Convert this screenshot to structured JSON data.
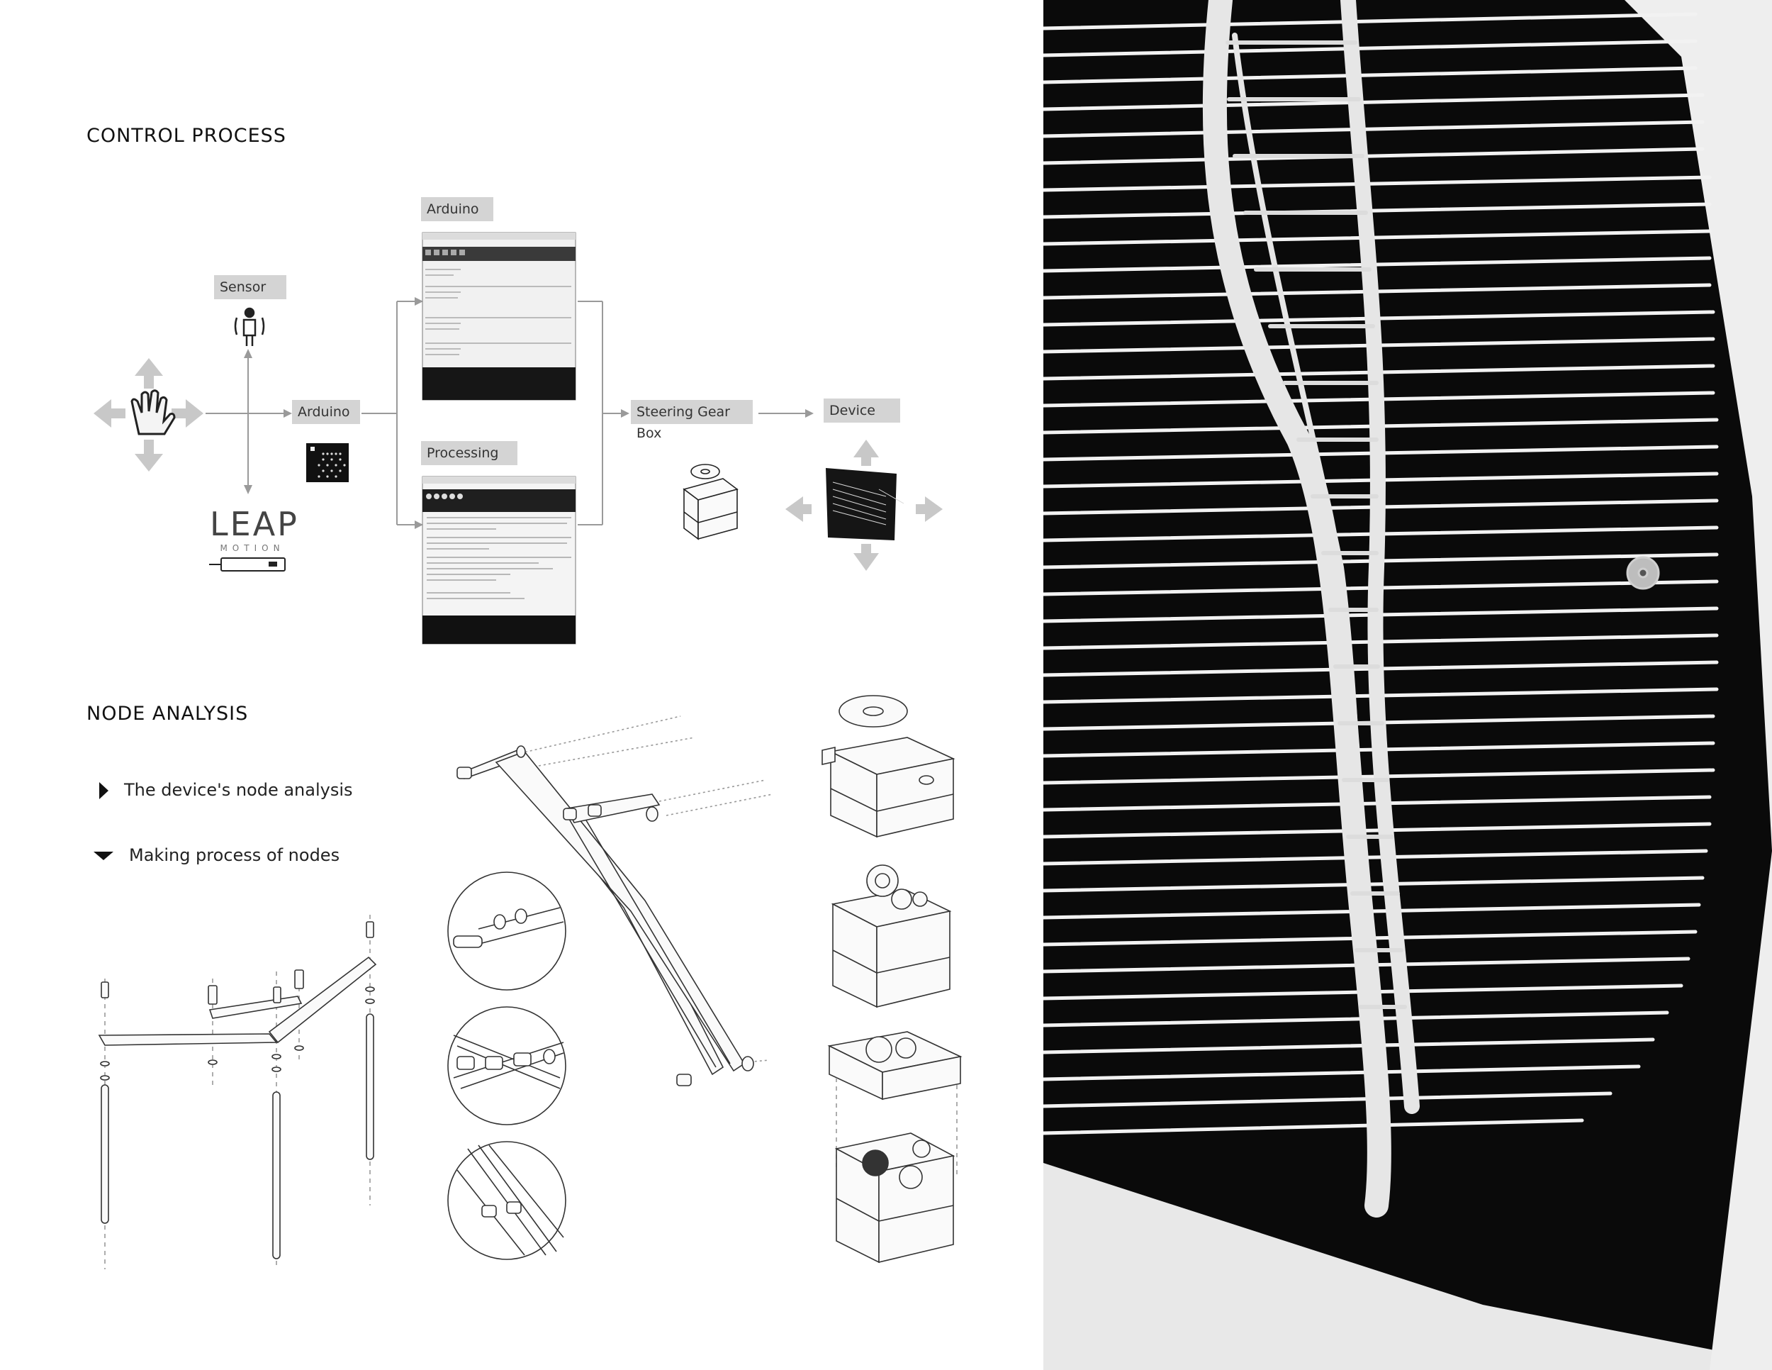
{
  "control_process": {
    "title": "CONTROL PROCESS",
    "sensor_label": "Sensor",
    "arduino_label": "Arduino",
    "arduino_ide_label": "Arduino",
    "processing_label": "Processing",
    "steering_label": "Steering Gear Box",
    "device_label": "Device",
    "leap_word": "LEAP",
    "leap_sub": "MOTION"
  },
  "node_analysis": {
    "title": "NODE ANALYSIS",
    "legend": [
      {
        "label": "The device's node analysis",
        "icon": "triangle-right-icon"
      },
      {
        "label": "Making process of nodes",
        "icon": "triangle-down-icon"
      }
    ]
  },
  "colors": {
    "tag_background": "#d4d4d4",
    "arrow_gray": "#bcbcbc",
    "photo_background": "#0a0a0a"
  }
}
